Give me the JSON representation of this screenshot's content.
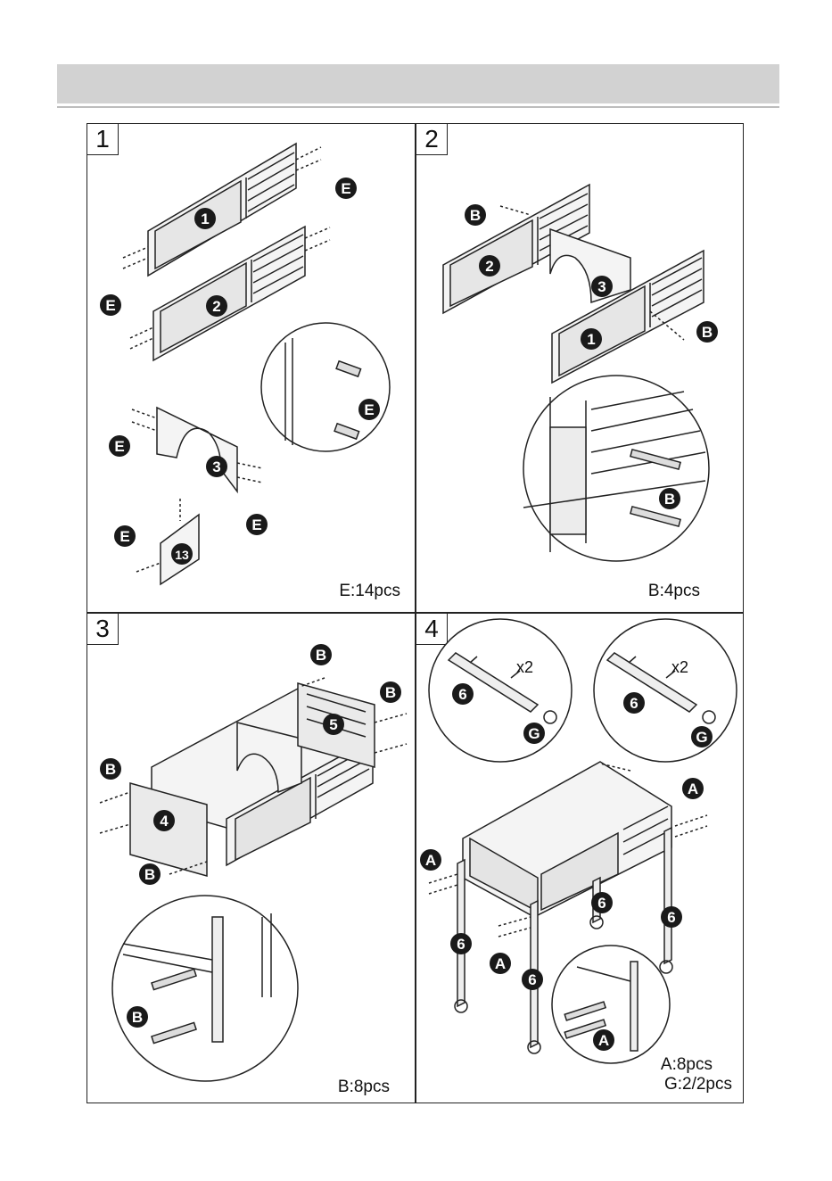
{
  "steps": [
    {
      "number": "1",
      "quantity": "E:14pcs"
    },
    {
      "number": "2",
      "quantity": "B:4pcs"
    },
    {
      "number": "3",
      "quantity": "B:8pcs"
    },
    {
      "number": "4",
      "quantity": "A:8pcs",
      "quantity2": "G:2/2pcs"
    }
  ],
  "labels": {
    "part1": "1",
    "part2": "2",
    "part3": "3",
    "part4": "4",
    "part5": "5",
    "part6": "6",
    "part13": "13",
    "e": "E",
    "b": "B",
    "a": "A",
    "g": "G",
    "x2": "x2"
  },
  "colors": {
    "line": "#222222",
    "badge": "#1a1a1a",
    "panel_fill": "#e9e9e9",
    "header": "#d2d2d2"
  }
}
